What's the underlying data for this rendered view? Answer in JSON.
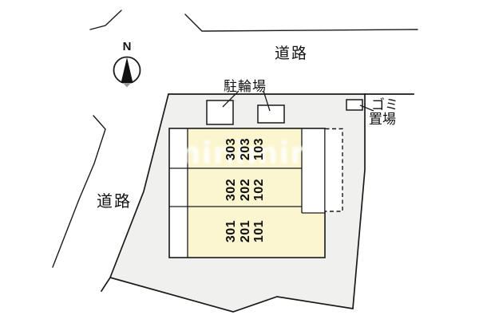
{
  "plan": {
    "compass": {
      "north_label": "N"
    },
    "roads": {
      "top": "道路",
      "left": "道路"
    },
    "bicycle_parking_label": "駐輪場",
    "garbage_area": {
      "line1": "ゴミ",
      "line2": "置場"
    },
    "watermark": "minimini",
    "building": {
      "stacks": [
        {
          "units": [
            "303",
            "203",
            "103"
          ]
        },
        {
          "units": [
            "302",
            "202",
            "102"
          ]
        },
        {
          "units": [
            "301",
            "201",
            "101"
          ]
        }
      ]
    },
    "colors": {
      "site_fill": "#f0f0ee",
      "building_fill": "#fbf6cf",
      "line_color": "#1a1a1a"
    }
  }
}
